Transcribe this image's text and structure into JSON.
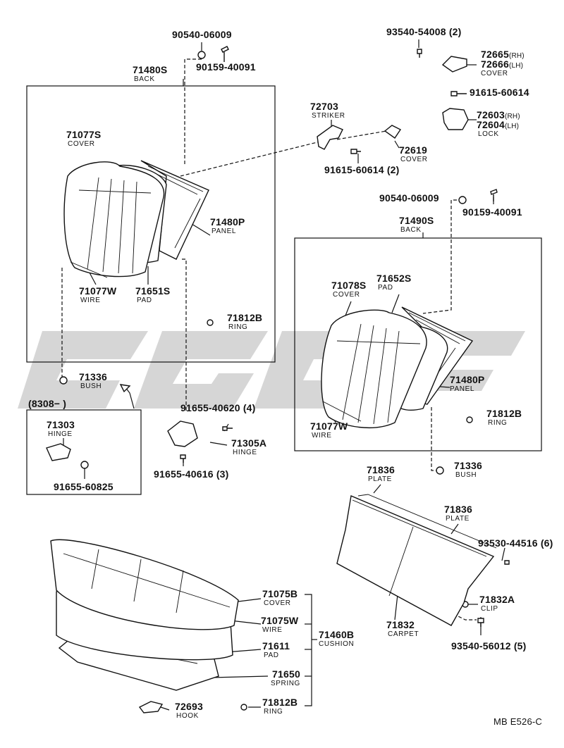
{
  "labels": {
    "l_90540a": "90540-06009",
    "l_90159a": "90159-40091",
    "l_71480s": "71480S",
    "l_back1": "BACK",
    "l_71077s": "71077S",
    "l_cover1": "COVER",
    "l_71480p1": "71480P",
    "l_panel1": "PANEL",
    "l_71077w1": "71077W",
    "l_wire1": "WIRE",
    "l_71651s": "71651S",
    "l_pad1": "PAD",
    "l_71812b1": "71812B",
    "l_ring1": "RING",
    "l_71336a": "71336",
    "l_bush1": "BUSH",
    "l_8308": "(8308−          )",
    "l_71303": "71303",
    "l_hinge1": "HINGE",
    "l_91655_60825": "91655-60825",
    "l_91655_40620": "91655-40620 (4)",
    "l_71305a": "71305A",
    "l_hinge2": "HINGE",
    "l_91655_40616": "91655-40616 (3)",
    "l_72703": "72703",
    "l_striker": "STRIKER",
    "l_72619": "72619",
    "l_cover_72619": "COVER",
    "l_91615_60614_2": "91615-60614 (2)",
    "l_93540_54008": "93540-54008 (2)",
    "l_72665": "72665",
    "l_72665_rh": "(RH)",
    "l_72666": "72666",
    "l_72666_lh": "(LH)",
    "l_cover_72665": "COVER",
    "l_91615_60614": "91615-60614",
    "l_72603": "72603",
    "l_72603_rh": "(RH)",
    "l_72604": "72604",
    "l_72604_lh": "(LH)",
    "l_lock": "LOCK",
    "l_90540b": "90540-06009",
    "l_90159b": "90159-40091",
    "l_71490s": "71490S",
    "l_back2": "BACK",
    "l_71078s": "71078S",
    "l_cover2": "COVER",
    "l_71652s": "71652S",
    "l_pad2": "PAD",
    "l_71480p2": "71480P",
    "l_panel2": "PANEL",
    "l_71077w2": "71077W",
    "l_wire2": "WIRE",
    "l_71812b2": "71812B",
    "l_ring2": "RING",
    "l_71336b": "71336",
    "l_bush2": "BUSH",
    "l_71836a": "71836",
    "l_plate1": "PLATE",
    "l_71836b": "71836",
    "l_plate2": "PLATE",
    "l_93530_44516": "93530-44516 (6)",
    "l_71832a": "71832A",
    "l_clip": "CLIP",
    "l_71832": "71832",
    "l_carpet": "CARPET",
    "l_93540_56012": "93540-56012 (5)",
    "l_71075b": "71075B",
    "l_cover3": "COVER",
    "l_71075w": "71075W",
    "l_wire3": "WIRE",
    "l_71460b": "71460B",
    "l_cushion": "CUSHION",
    "l_71611": "71611",
    "l_pad3": "PAD",
    "l_71650": "71650",
    "l_spring": "SPRING",
    "l_72693": "72693",
    "l_hook": "HOOK",
    "l_71812b3": "71812B",
    "l_ring3": "RING",
    "l_footer": "MB  E526-C"
  }
}
